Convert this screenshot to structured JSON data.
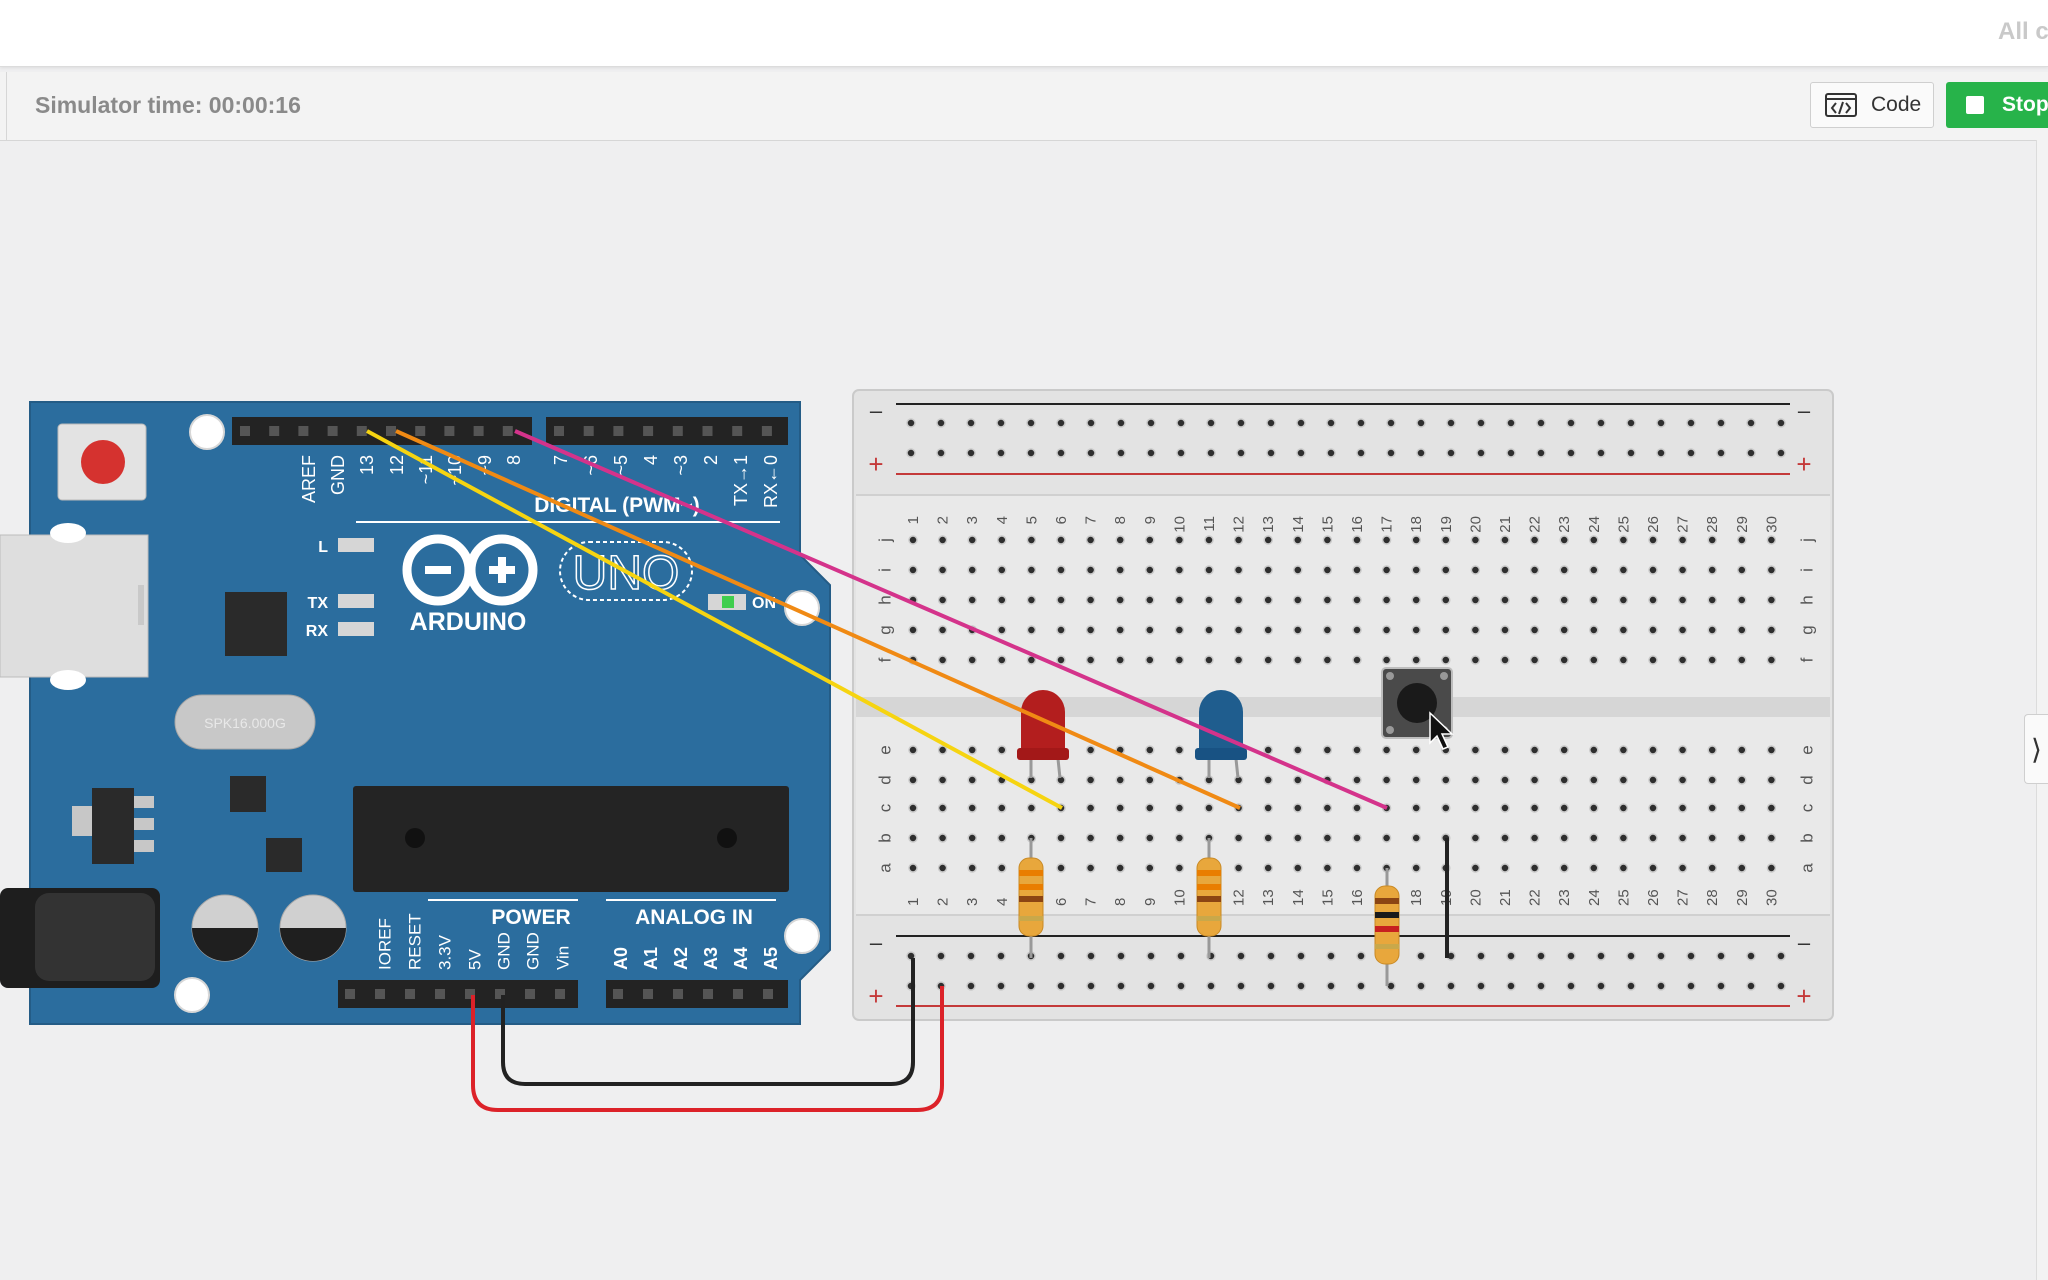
{
  "topbar": {
    "right_text": "All c"
  },
  "toolbar": {
    "sim_time": "Simulator time: 00:00:16",
    "code_label": "Code",
    "stop_label": "Stop"
  },
  "side_panel": {
    "collapse_glyph": "⟩"
  },
  "arduino": {
    "brand": "ARDUINO",
    "model": "UNO",
    "digital_header": "DIGITAL (PWM~)",
    "digital_pins": [
      "AREF",
      "GND",
      "13",
      "12",
      "~11",
      "~10",
      "~9",
      "8",
      "7",
      "~6",
      "~5",
      "4",
      "~3",
      "2",
      "TX→1",
      "RX←0"
    ],
    "power_header": "POWER",
    "analog_header": "ANALOG IN",
    "power_pins": [
      "IOREF",
      "RESET",
      "3.3V",
      "5V",
      "GND",
      "GND",
      "Vin"
    ],
    "analog_pins": [
      "A0",
      "A1",
      "A2",
      "A3",
      "A4",
      "A5"
    ],
    "led_labels": [
      "L",
      "TX",
      "RX"
    ],
    "on_label": "ON",
    "crystal_label": "SPK16.000G"
  },
  "breadboard": {
    "columns": [
      "1",
      "2",
      "3",
      "4",
      "5",
      "6",
      "7",
      "8",
      "9",
      "10",
      "11",
      "12",
      "13",
      "14",
      "15",
      "16",
      "17",
      "18",
      "19",
      "20",
      "21",
      "22",
      "23",
      "24",
      "25",
      "26",
      "27",
      "28",
      "29",
      "30"
    ],
    "rows_top": [
      "j",
      "i",
      "h",
      "g",
      "f"
    ],
    "rows_bottom": [
      "e",
      "d",
      "c",
      "b",
      "a"
    ],
    "rail_minus": "–",
    "rail_plus": "+"
  },
  "components": {
    "led_1_color": "red",
    "led_2_color": "blue",
    "resistor_count": 3,
    "pushbutton_count": 1
  },
  "wire_colors": {
    "yellow": "#f6d411",
    "orange": "#f08a14",
    "magenta": "#d4338b",
    "red": "#dc2229",
    "black": "#222222"
  },
  "colors": {
    "board_blue": "#2b6d9e",
    "run_green": "#27b34a"
  }
}
